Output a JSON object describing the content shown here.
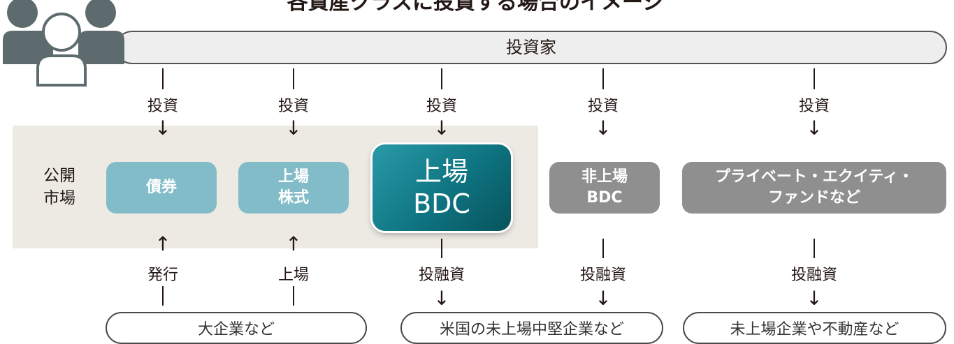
{
  "title": "各資産クラスに投資する場合のイメージ",
  "investor": "投資家",
  "public_market_label": "公開市場",
  "flow_labels": {
    "invest": "投資",
    "issue": "発行",
    "listing": "上場",
    "lending": "投融資"
  },
  "boxes": {
    "bonds": "債券",
    "listed_stocks": "上場株式",
    "listed_bdc": "上場BDC",
    "unlisted_bdc": "非上場BDC",
    "pe_funds": "プライベート・エクイティ・ファンドなど"
  },
  "pills": {
    "large_companies": "大企業など",
    "us_midsize": "米国の未上場中堅企業など",
    "unlisted_realestate": "未上場企業や不動産など"
  },
  "colors": {
    "light_box": "#82bcc8",
    "main_box": "#0e7481",
    "gray_box": "#8f8f8f",
    "market_area": "#edeae4",
    "icon": "#5e6b6e"
  },
  "icons": [
    "people-icon"
  ]
}
